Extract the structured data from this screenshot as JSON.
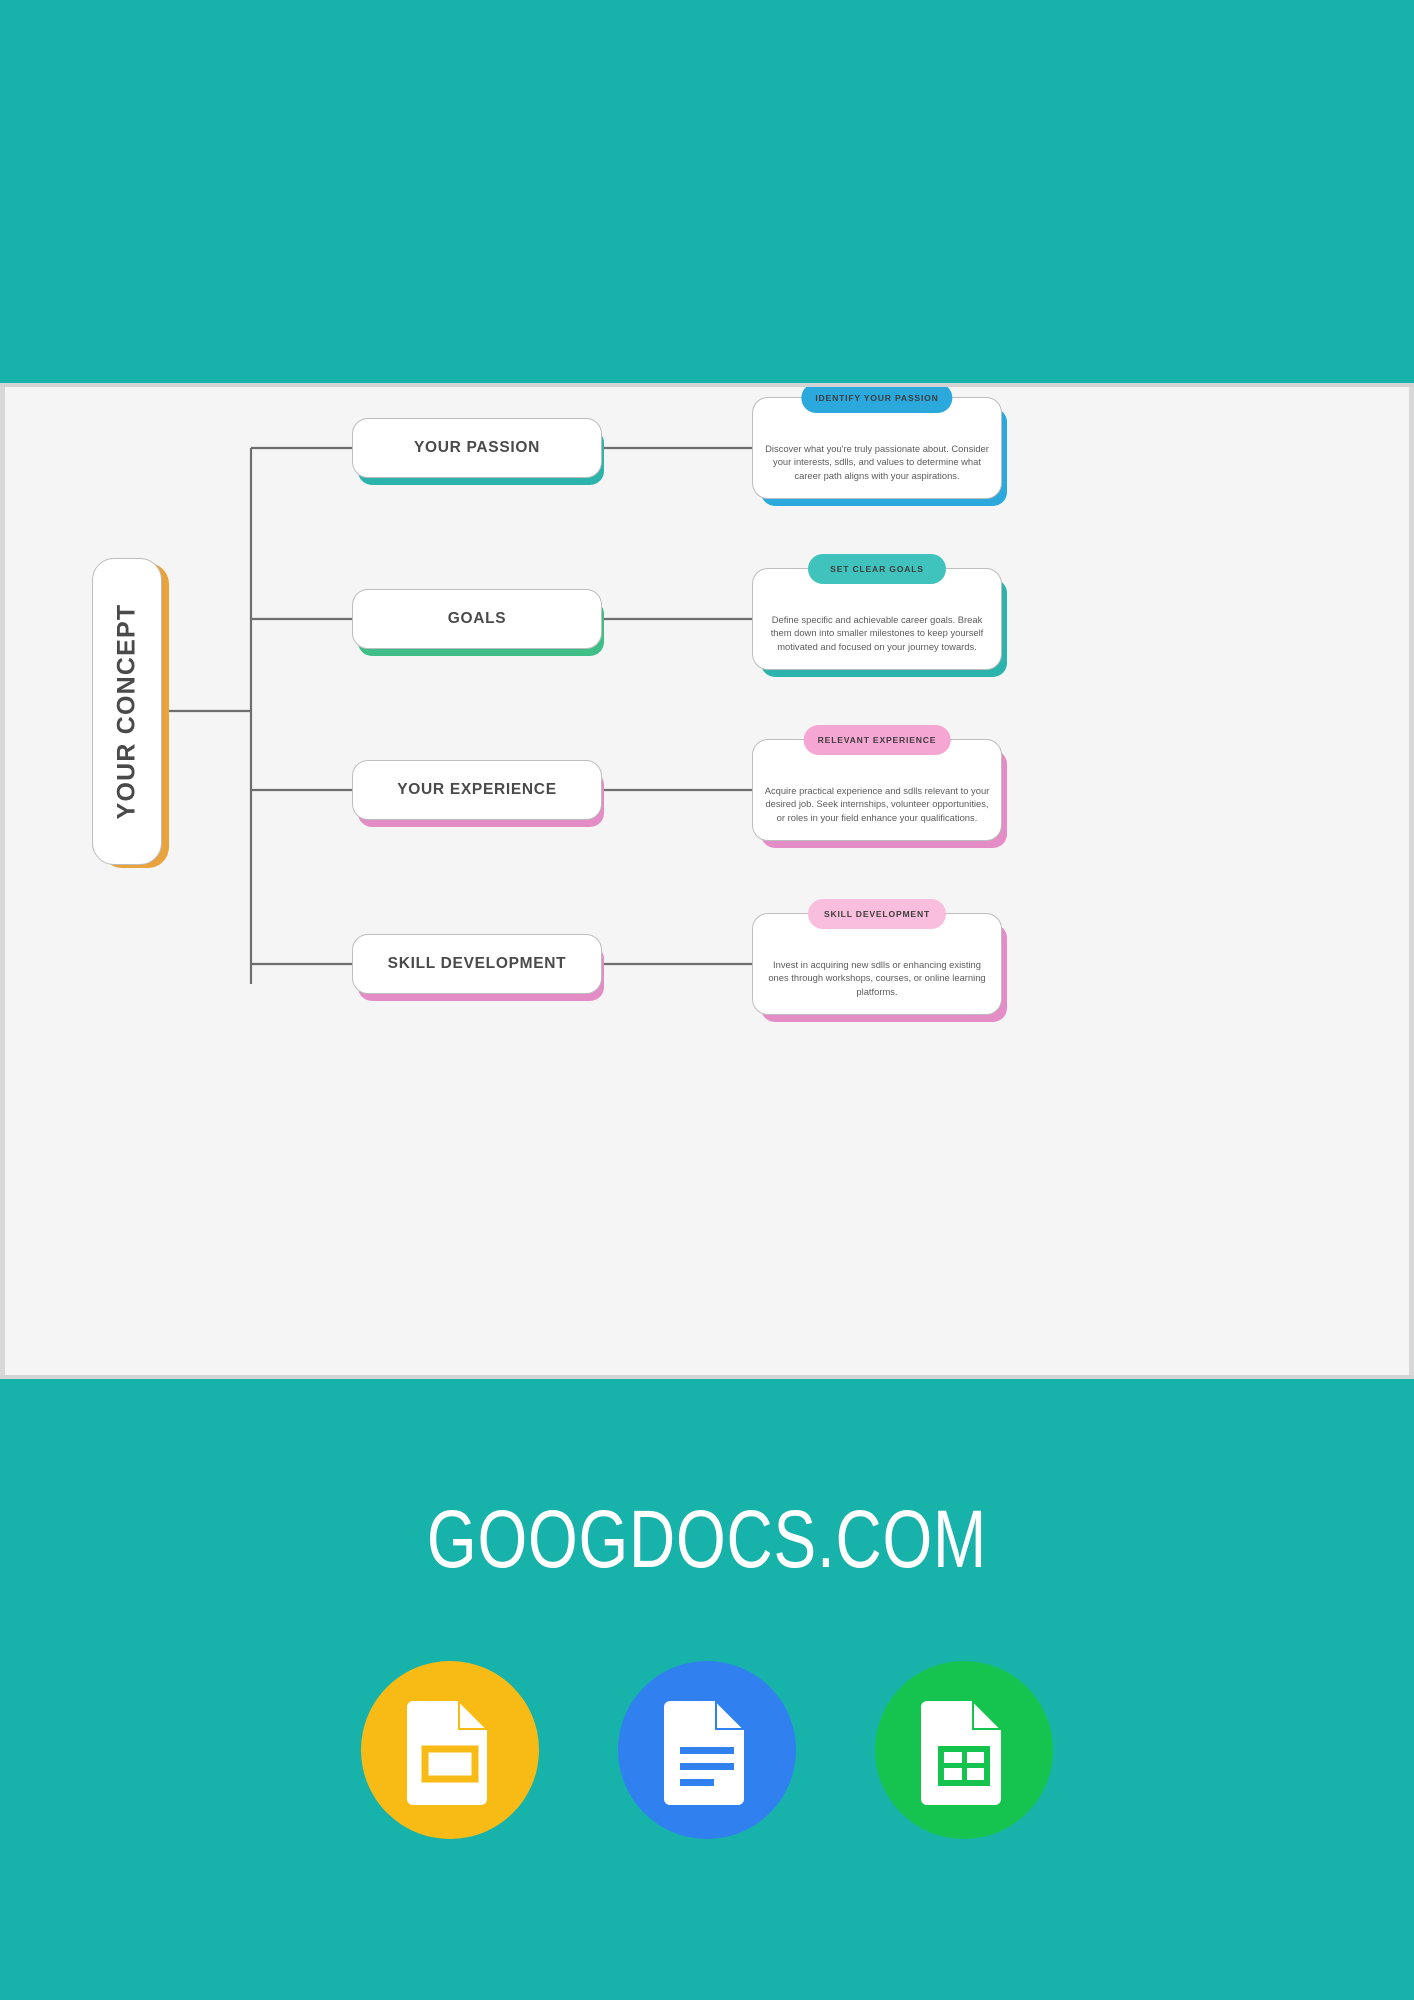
{
  "page": {
    "background_color": "#17b3ab",
    "canvas_color": "#f5f5f5"
  },
  "diagram": {
    "root": {
      "label": "YOUR CONCEPT",
      "accent_color": "#e8a33d"
    },
    "branches": [
      {
        "label": "YOUR PASSION",
        "accent_color": "#2bb3ac",
        "card": {
          "pill_label": "IDENTIFY YOUR PASSION",
          "pill_color": "#2ba8dc",
          "accent_color": "#2ba8dc",
          "body": "Discover what you're truly passionate about. Consider your interests, sdlls, and values to determine what career path aligns with your aspirations."
        }
      },
      {
        "label": "GOALS",
        "accent_color": "#3fbf87",
        "card": {
          "pill_label": "SET CLEAR GOALS",
          "pill_color": "#41c3bd",
          "accent_color": "#2bb3ac",
          "body": "Define specific and achievable career goals. Break them down into smaller milestones to keep yourself motivated and focused on your journey towards."
        }
      },
      {
        "label": "YOUR EXPERIENCE",
        "accent_color": "#e48cc5",
        "card": {
          "pill_label": "RELEVANT EXPERIENCE",
          "pill_color": "#f6a6d2",
          "accent_color": "#e48cc5",
          "body": "Acquire practical experience and sdlls relevant to your desired job. Seek internships, volunteer opportunities, or roles in your field enhance your qualifications."
        }
      },
      {
        "label": "SKILL DEVELOPMENT",
        "accent_color": "#e48cc5",
        "card": {
          "pill_label": "SKILL DEVELOPMENT",
          "pill_color": "#f9bedd",
          "accent_color": "#e48cc5",
          "body": "Invest in acquiring new sdlls or enhancing existing ones through workshops, courses, or online learning platforms."
        }
      }
    ]
  },
  "footer": {
    "brand_text": "GOOGDOCS.COM",
    "logos": [
      {
        "name": "google-slides-icon",
        "circle_color": "#f8bb15",
        "label": "Google Slides"
      },
      {
        "name": "google-docs-icon",
        "circle_color": "#3080f0",
        "label": "Google Docs"
      },
      {
        "name": "google-sheets-icon",
        "circle_color": "#15c44f",
        "label": "Google Sheets"
      }
    ]
  }
}
